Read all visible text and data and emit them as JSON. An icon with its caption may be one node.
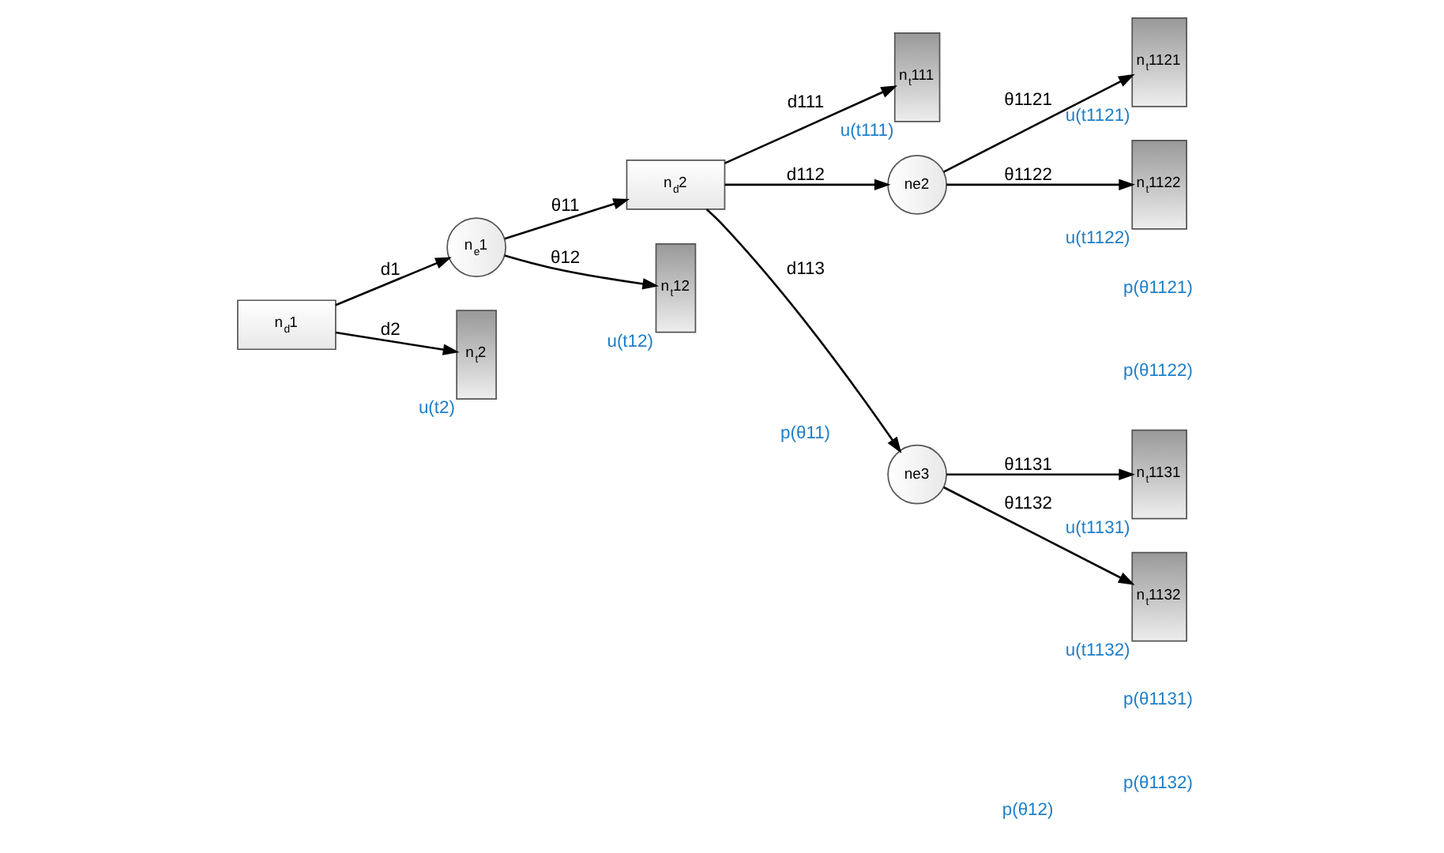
{
  "diagram": {
    "nodes": [
      {
        "text": [
          "n$_{d}$1"
        ]
      },
      {
        "text": [
          "n$_{e}$1"
        ]
      },
      {
        "text": [
          "n$_{t}$2"
        ],
        "beside": [
          "u(t2)"
        ]
      },
      {
        "text": [
          "n$_{d}$2"
        ]
      },
      {
        "text": [
          "n$_{t}$12"
        ],
        "beside": [
          "u(t12)"
        ]
      },
      {
        "text": [
          "n$_{t}$111"
        ],
        "beside": [
          "u(t111)"
        ]
      },
      {
        "text": [
          "ne2"
        ]
      },
      {
        "text": [
          "n$_{t}$1121"
        ],
        "beside": [
          "u(t1121)"
        ]
      },
      {
        "text": [
          "n$_{t}$1122"
        ],
        "beside": [
          "u(t1122)"
        ]
      },
      {
        "text": [
          "ne3"
        ]
      },
      {
        "text": [
          "n$_{t}$1131"
        ],
        "beside": [
          "u(t1131)"
        ]
      },
      {
        "text": [
          "n$_{t}$1132"
        ],
        "beside": [
          "u(t1132)"
        ]
      }
    ],
    "edges": [
      {
        "from": 0,
        "to": 1,
        "arrow": "to",
        "label": "d1"
      },
      {
        "from": 0,
        "to": 2,
        "arrow": "to",
        "label": "d2"
      },
      {
        "from": 1,
        "to": 3,
        "arrow": "to",
        "label": "θ11"
      },
      {
        "from": 1,
        "to": 4,
        "arrow": "to",
        "label": "θ12"
      },
      {
        "from": 3,
        "to": 5,
        "arrow": "to",
        "label": "d111"
      },
      {
        "from": 3,
        "to": 6,
        "arrow": "to",
        "label": "d112"
      },
      {
        "from": 3,
        "to": 9,
        "arrow": "to",
        "label": "d113"
      },
      {
        "from": 6,
        "to": 7,
        "arrow": "to",
        "label": "θ1121"
      },
      {
        "from": 6,
        "to": 8,
        "arrow": "to",
        "label": "θ1122"
      },
      {
        "from": 9,
        "to": 10,
        "arrow": "to",
        "label": "θ1131"
      },
      {
        "from": 9,
        "to": 11,
        "arrow": "to",
        "label": "θ1132"
      }
    ],
    "labels": [
      "p(θ11)",
      "p(θ12)",
      "p(θ1121)",
      "p(θ1122)",
      "p(θ1131)",
      "p(θ1132)"
    ]
  }
}
